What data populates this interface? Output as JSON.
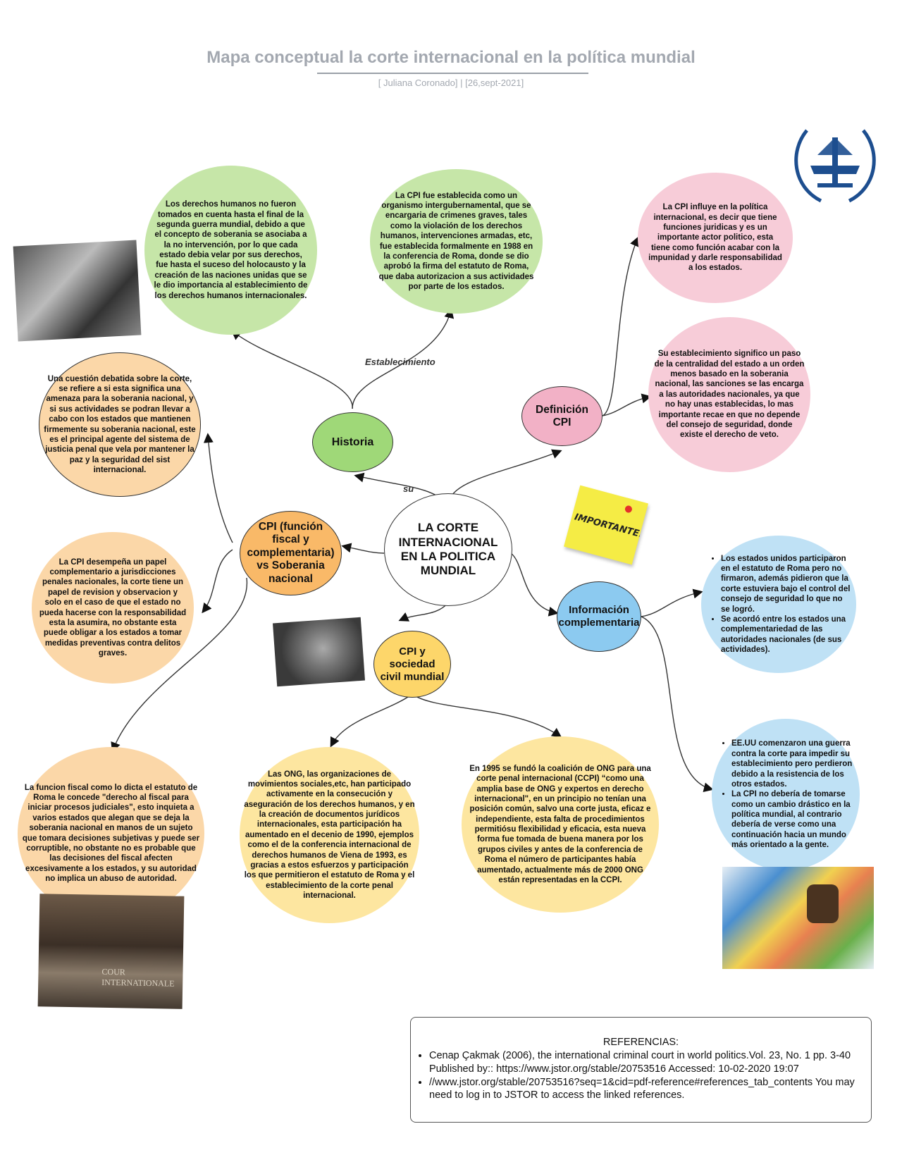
{
  "header": {
    "title": "Mapa conceptual la corte internacional en la política mundial",
    "subtitle": "[ Juliana Coronado]  |  [26,sept-2021]"
  },
  "center": {
    "label": "LA CORTE INTERNACIONAL EN LA POLITICA MUNDIAL"
  },
  "nodes": {
    "historia": "Historia",
    "definicion": "Definición CPI",
    "cpi_soberania": "CPI (función fiscal y complementaria) vs Soberania nacional",
    "sociedad": "CPI y sociedad civil mundial",
    "informacion": "Información complementaria"
  },
  "edge_labels": {
    "su": "su",
    "establecimiento": "Establecimiento"
  },
  "bubbles": {
    "historia_1": "Los derechos humanos no fueron tomados en cuenta hasta  el final de la segunda guerra mundial, debido a que el concepto de soberania se asociaba a la no intervención, por lo que cada estado debia velar por sus derechos, fue hasta el suceso del holocausto y la creación de las naciones unidas que se le dio importancia al establecimiento de los derechos humanos internacionales.",
    "historia_2": "La CPI fue establecida como un organismo intergubernamental, que se encargaria de crimenes graves, tales como la violación de los derechos humanos, intervenciones armadas, etc, fue establecida formalmente en 1988 en la conferencia de Roma, donde se dio aprobó la firma del estatuto de Roma, que daba autorizacion a sus actividades por parte de los estados.",
    "definicion_1": "La CPI influye en la política internacional, es decir que tiene funciones juridicas y es un importante actor politico, esta tiene como función acabar con la impunidad y darle responsabilidad a los estados.",
    "definicion_2": "Su establecimiento significo un paso de la centralidad del estado a un orden menos basado en la soberania nacional, las sanciones se las encarga a las autoridades nacionales, ya que no hay unas establecidas, lo mas importante recae en que no depende del consejo de seguridad, donde existe el derecho de veto.",
    "soberania_1": "Una cuestión debatida sobre la corte, se refiere a  si esta significa una amenaza  para la soberania nacional, y si sus actividades se podran llevar a cabo con los estados que mantienen firmemente su soberania nacional, este es el principal agente del sistema de justicia penal que vela por mantener la paz y la seguridad del sist internacional.",
    "soberania_2": "La CPI desempeña un papel complementario a jurisdicciones penales nacionales, la corte tiene un papel de revision y observacion y solo en el caso de que el estado no pueda hacerse con la responsabilidad esta la asumira, no obstante esta puede obligar a los estados a tomar medidas preventivas contra delitos graves.",
    "soberania_3": "La funcion fiscal como lo dicta el estatuto de Roma le concede \"derecho al fiscal para iniciar procesos judiciales\", esto inquieta a varios estados que alegan que se deja la soberania nacional en manos de un sujeto que tomara decisiones subjetivas y puede ser corruptible, no obstante no es probable que las decisiones del fiscal afecten excesivamente a los estados, y su autoridad no implica un abuso de autoridad.",
    "sociedad_1": "Las ONG, las organizaciones de movimientos sociales,etc, han participado activamente en la consecución y aseguración de los derechos humanos, y en la creación de documentos jurídicos internacionales, esta participación ha aumentado en el decenio de 1990, ejemplos como el de la conferencia internacional de derechos humanos de Viena de 1993, es gracias a estos esfuerzos y participación los que permitieron el estatuto de Roma y el establecimiento de la corte penal internacional.",
    "sociedad_2": "En 1995 se fundó la coalición de ONG para una corte penal internacional (CCPI) “como una amplia base de ONG y expertos en derecho internacional\", en un principio no tenían una posición común, salvo una corte justa, eficaz e independiente, esta falta de procedimientos permitiósu flexibilidad y eficacia, esta nueva forma fue tomada de buena manera por los grupos civiles y antes de la conferencia de Roma el número de participantes había aumentado, actualmente más de 2000 ONG están representadas en la CCPI."
  },
  "info_bubbles": {
    "info_1": [
      "Los estados unidos participaron en el estatuto de Roma pero no firmaron, además pidieron que la corte estuviera bajo el control del consejo de seguridad lo que no se logró.",
      "Se acordó entre los estados una complementariedad de las autoridades nacionales (de sus actividades)."
    ],
    "info_2": [
      "EE.UU comenzaron una guerra contra la corte para impedir su establecimiento pero perdieron debido a la resistencia de los otros estados.",
      "La CPI no debería de tomarse como un cambio drástico en la política mundial, al contrario debería de verse como una continuación hacia un mundo más orientado a la gente."
    ]
  },
  "sticky_note": {
    "text": "IMPORTANTE!"
  },
  "photos": {
    "courtroom_bw": "courtroom-photo",
    "globe_hand": "globe-hand-photo",
    "judges": "judges-photo",
    "world_gavel": "world-map-gavel-photo",
    "icc_logo": "icc-logo",
    "judges_caption": "COUR INTERNATIONALE"
  },
  "references": {
    "title": "REFERENCIAS:",
    "items": [
      "Cenap Çakmak (2006), the international criminal court in world politics.Vol. 23, No. 1  pp. 3-40 Published by:: https://www.jstor.org/stable/20753516 Accessed: 10-02-2020 19:07",
      " //www.jstor.org/stable/20753516?seq=1&cid=pdf-reference#references_tab_contents You may need to log in to JSTOR to access the linked references."
    ]
  },
  "colors": {
    "title_gray": "#a3a8b0",
    "green": "#c6e6a8",
    "pink": "#f7ccd8",
    "peach": "#fbd7a8",
    "orange": "#f9b968",
    "blue": "#bfe1f5",
    "yellow": "#fde6a0",
    "icc_blue": "#1d4e8f"
  }
}
